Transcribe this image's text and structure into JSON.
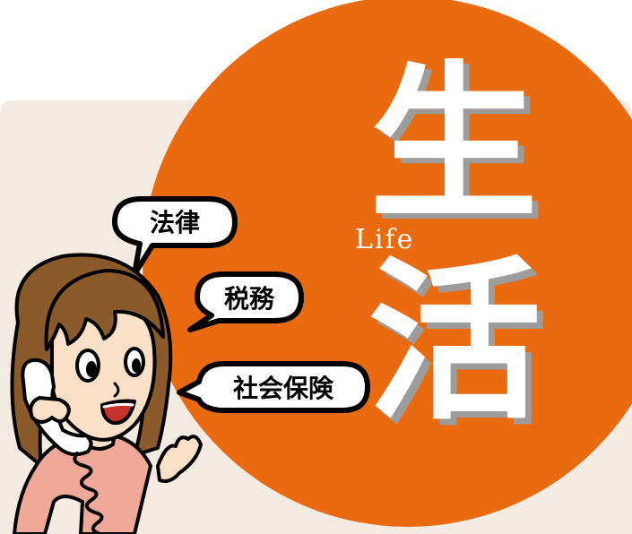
{
  "title": {
    "kanji_top": "生",
    "kanji_bottom": "活",
    "subtitle": "Life"
  },
  "bubbles": [
    {
      "id": "law",
      "label": "法律"
    },
    {
      "id": "tax",
      "label": "税務"
    },
    {
      "id": "social",
      "label": "社会保険"
    }
  ],
  "colors": {
    "circle": "#ea6a10",
    "panel": "#f3ebe1",
    "kanji_fill": "#ffffff",
    "kanji_shadow": "#9c9c9c",
    "hair": "#8b5a2a",
    "skin": "#fbe0c8",
    "shirt": "#f0a898"
  },
  "illustration": {
    "subject": "woman-on-telephone"
  }
}
